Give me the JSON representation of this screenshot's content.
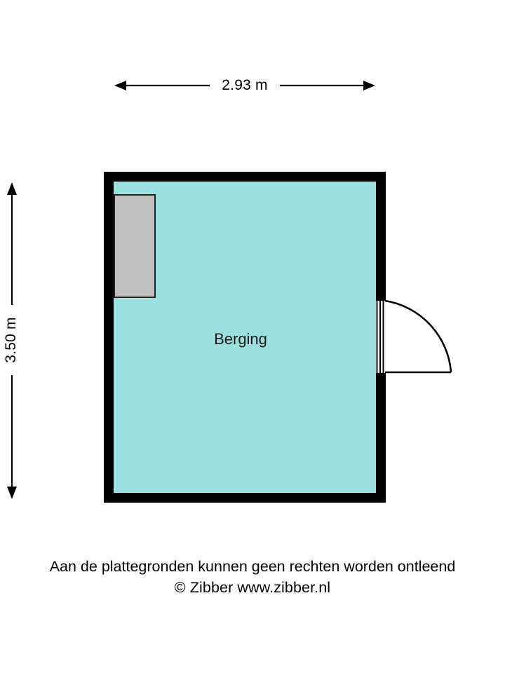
{
  "document": {
    "type": "floor-plan",
    "room_name": "Berging"
  },
  "dimensions": {
    "width_label": "2.93 m",
    "height_label": "3.50 m",
    "width_value": 2.93,
    "height_value": 3.5,
    "unit": "m"
  },
  "room": {
    "label": "Berging",
    "fill_color": "#9BE0DF",
    "wall_color": "#000000"
  },
  "fixture": {
    "name": "cabinet",
    "fill_color": "#C0C0C0",
    "stroke_color": "#222222"
  },
  "door": {
    "name": "entry-door",
    "wall": "right",
    "swing": "outward",
    "hinge": "top"
  },
  "footer": {
    "line1": "Aan de plattegronden kunnen geen rechten worden ontleend",
    "line2": "© Zibber www.zibber.nl"
  },
  "icons": {
    "arrow_left": "arrow-left-icon",
    "arrow_right": "arrow-right-icon",
    "arrow_up": "arrow-up-icon",
    "arrow_down": "arrow-down-icon"
  }
}
